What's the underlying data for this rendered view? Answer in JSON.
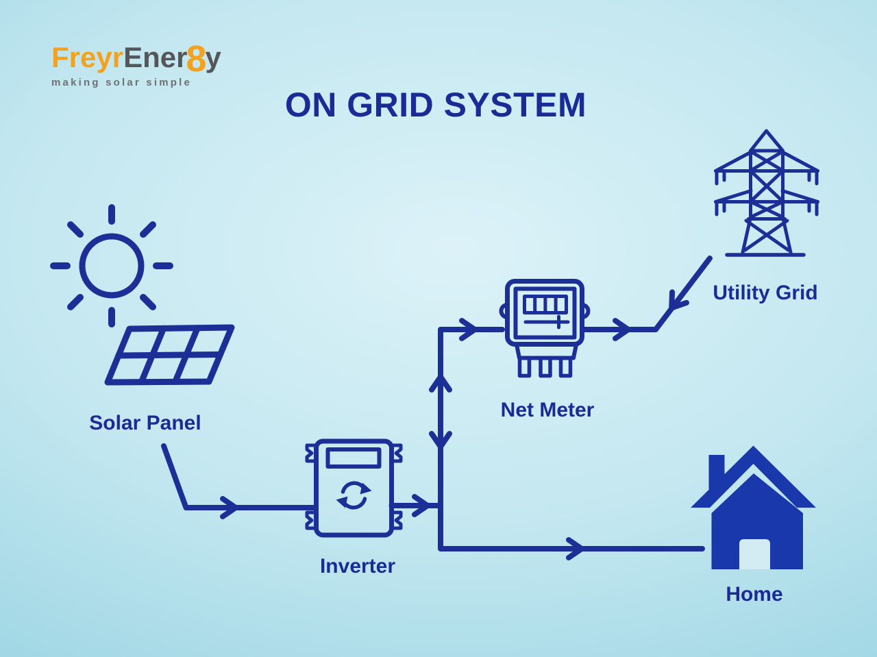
{
  "brand": {
    "name_orange": "Freyr",
    "name_gray": "Ener",
    "name_glyph": "8",
    "name_tail": "y",
    "tagline": "making solar simple"
  },
  "title": "ON GRID SYSTEM",
  "labels": {
    "solar_panel": "Solar Panel",
    "inverter": "Inverter",
    "net_meter": "Net Meter",
    "utility_grid": "Utility Grid",
    "home": "Home"
  },
  "icons": {
    "sun": "sun-icon",
    "solar_panel": "solar-panel-icon",
    "inverter": "inverter-icon",
    "net_meter": "net-meter-icon",
    "utility_grid": "transmission-tower-icon",
    "home": "house-icon"
  },
  "flows": [
    "solar-panel to inverter",
    "inverter to junction",
    "junction to net-meter (up)",
    "net-meter to junction (down)",
    "junction to home",
    "net-meter to utility-grid",
    "utility-grid to net-meter"
  ],
  "colors": {
    "navy": "#1C2F96",
    "title_navy": "#1B2B96",
    "home_fill": "#1838AB",
    "brand_orange": "#F6A11C",
    "brand_gray": "#55565A",
    "tagline_gray": "#6E7072",
    "bg_center": "#DCF2F8",
    "bg_mid": "#C3E7F0",
    "bg_edge": "#8CCEDE"
  }
}
